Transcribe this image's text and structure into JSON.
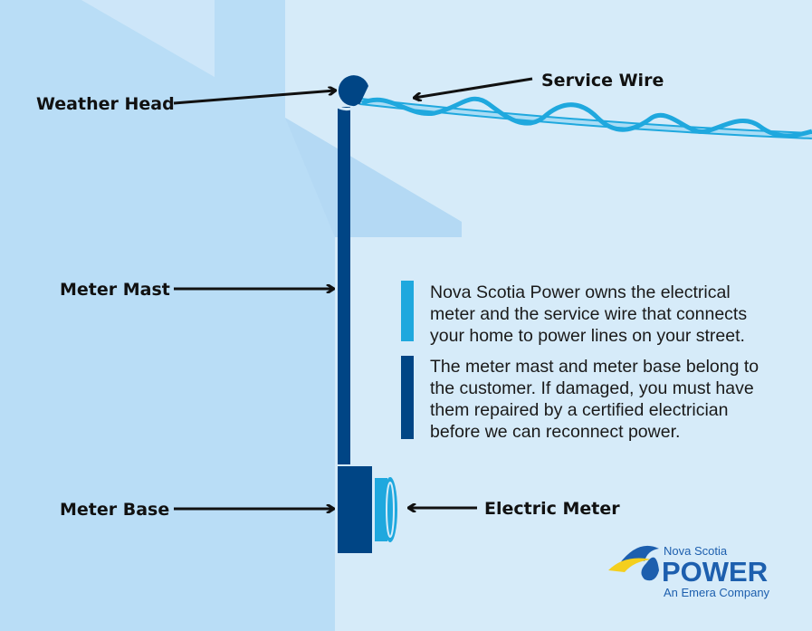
{
  "labels": {
    "weather_head": "Weather Head",
    "service_wire": "Service Wire",
    "meter_mast": "Meter Mast",
    "meter_base": "Meter Base",
    "electric_meter": "Electric Meter"
  },
  "notes": [
    {
      "color": "#1fa8de",
      "lines": [
        "Nova Scotia Power owns the electrical",
        "meter and the service wire that connects",
        "your home to power lines on your street."
      ]
    },
    {
      "color": "#004585",
      "lines": [
        "The meter mast and meter base belong to",
        "the customer. If damaged, you must have",
        "them repaired by a certified electrician",
        "before we can reconnect power."
      ]
    }
  ],
  "logo": {
    "top": "Nova Scotia",
    "main": "POWER",
    "sub": "An Emera Company"
  },
  "colors": {
    "navy": "#004585",
    "cyan": "#1fa8de",
    "house": "#b9ddf6",
    "sky": "#d6ebf9",
    "logo_blue": "#1d5fae",
    "logo_yellow": "#f4cf1e"
  }
}
